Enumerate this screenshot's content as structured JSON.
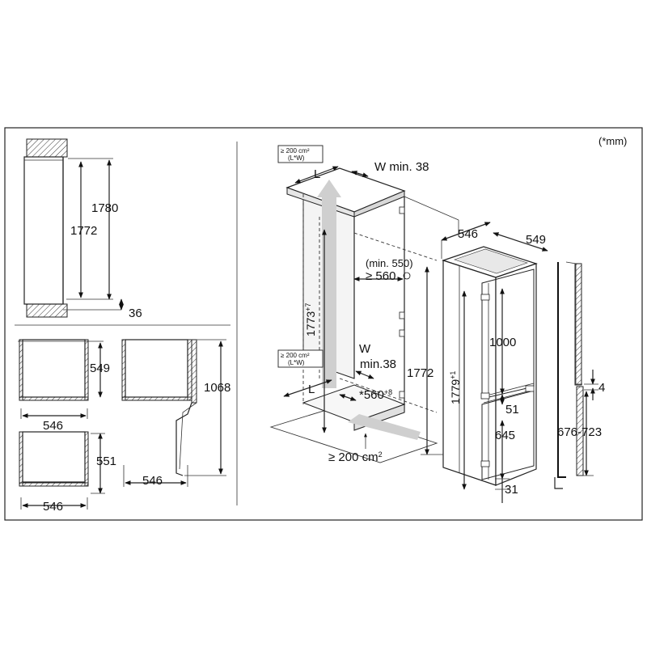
{
  "unit_note": "(*mm)",
  "niche_side": {
    "d1780": "1780",
    "d1772": "1772",
    "d36": "36"
  },
  "plan_top": {
    "w546": "546",
    "d549": "549"
  },
  "plan_mid": {
    "w546": "546",
    "d1068": "1068"
  },
  "plan_bottom": {
    "w546": "546",
    "d551": "551"
  },
  "iso": {
    "vent_top_a": "≥ 200 cm²",
    "vent_top_b": "(L*W)",
    "L": "L",
    "W_top": "W min. 38",
    "min550": "(min. 550)",
    "ge560": "≥ 560",
    "h1773": "1773",
    "h1773_sup": "+7",
    "vent_mid_a": "≥ 200 cm²",
    "vent_mid_b": "(L*W)",
    "W_mid_a": "W",
    "W_mid_b": "min.38",
    "w560": "*560",
    "w560_sup": "+8",
    "h1772": "1772",
    "vent_bottom": "≥ 200 cm",
    "vent_bottom_sup": "2"
  },
  "appliance": {
    "w546": "546",
    "d549": "549",
    "h1779": "1779",
    "h1779_sup": "+1",
    "d1000": "1000",
    "d51": "51",
    "d645": "645",
    "d31": "31"
  },
  "door": {
    "d4": "4",
    "d676": "676-723"
  }
}
